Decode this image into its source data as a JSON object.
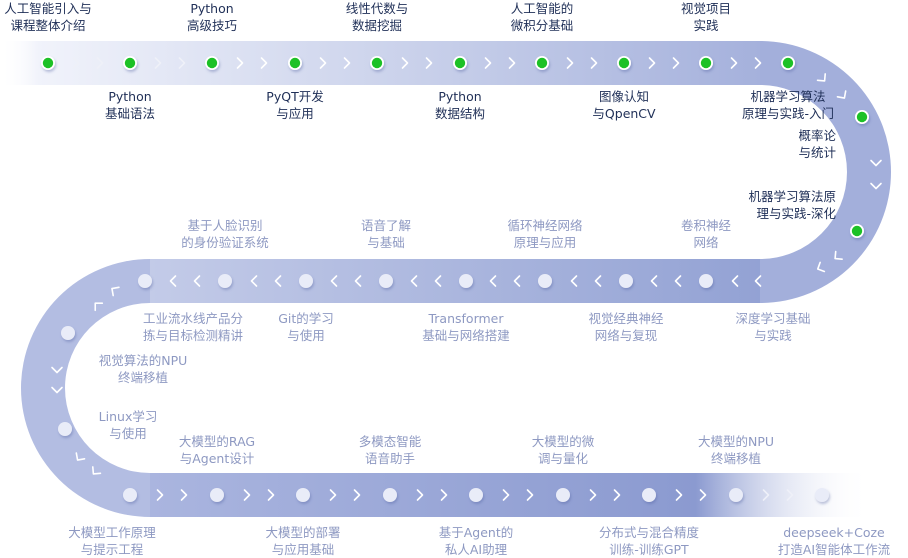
{
  "title": "AI 课程学习路线图",
  "colors": {
    "road_start": "#f3f5fc",
    "road_main": "#a9b4dc",
    "road_dark": "#8c9bd0",
    "completed_dot": "#1fc126",
    "pending_dot": "#e9ecf8",
    "completed_text": "#1f2f57",
    "pending_text": "#8e99c2"
  },
  "row1": [
    {
      "lines": [
        "人工智能引入与",
        "课程整体介绍"
      ],
      "status": "completed",
      "side": "above"
    },
    {
      "lines": [
        "Python",
        "基础语法"
      ],
      "status": "completed",
      "side": "below"
    },
    {
      "lines": [
        "Python",
        "高级技巧"
      ],
      "status": "completed",
      "side": "above"
    },
    {
      "lines": [
        "PyQT开发",
        "与应用"
      ],
      "status": "completed",
      "side": "below"
    },
    {
      "lines": [
        "线性代数与",
        "数据挖掘"
      ],
      "status": "completed",
      "side": "above"
    },
    {
      "lines": [
        "Python",
        "数据结构"
      ],
      "status": "completed",
      "side": "below"
    },
    {
      "lines": [
        "人工智能的",
        "微积分基础"
      ],
      "status": "completed",
      "side": "above"
    },
    {
      "lines": [
        "图像认知",
        "与QpenCV"
      ],
      "status": "completed",
      "side": "below"
    },
    {
      "lines": [
        "视觉项目",
        "实践"
      ],
      "status": "completed",
      "side": "above"
    },
    {
      "lines": [
        "机器学习算法",
        "原理与实践-入门"
      ],
      "status": "completed",
      "side": "below"
    }
  ],
  "arc_right": [
    {
      "lines": [
        "概率论",
        "与统计"
      ],
      "status": "completed"
    },
    {
      "lines": [
        "机器学习算法原",
        "理与实践-深化"
      ],
      "status": "completed"
    }
  ],
  "row2": [
    {
      "lines": [
        "卷积神经",
        "网络"
      ],
      "status": "pending",
      "side": "above"
    },
    {
      "lines": [
        "深度学习基础",
        "与实践"
      ],
      "status": "pending",
      "side": "below"
    },
    {
      "lines": [
        "视觉经典神经",
        "网络与复现"
      ],
      "status": "pending",
      "side": "below"
    },
    {
      "lines": [
        "循环神经网络",
        "原理与应用"
      ],
      "status": "pending",
      "side": "above"
    },
    {
      "lines": [
        "Transformer",
        "基础与网络搭建"
      ],
      "status": "pending",
      "side": "below"
    },
    {
      "lines": [
        "语音了解",
        "与基础"
      ],
      "status": "pending",
      "side": "above"
    },
    {
      "lines": [
        "Git的学习",
        "与使用"
      ],
      "status": "pending",
      "side": "below"
    },
    {
      "lines": [
        "基于人脸识别",
        "的身份验证系统"
      ],
      "status": "pending",
      "side": "above"
    },
    {
      "lines": [
        "工业流水线产品分",
        "拣与目标检测精讲"
      ],
      "status": "pending",
      "side": "below"
    }
  ],
  "arc_left": [
    {
      "lines": [
        "视觉算法的NPU",
        "终端移植"
      ],
      "status": "pending"
    },
    {
      "lines": [
        "Linux学习",
        "与使用"
      ],
      "status": "pending"
    }
  ],
  "row3": [
    {
      "lines": [
        "大模型工作原理",
        "与提示工程"
      ],
      "status": "pending",
      "side": "below"
    },
    {
      "lines": [
        "大模型的RAG",
        "与Agent设计"
      ],
      "status": "pending",
      "side": "above"
    },
    {
      "lines": [
        "大模型的部署",
        "与应用基础"
      ],
      "status": "pending",
      "side": "below"
    },
    {
      "lines": [
        "多模态智能",
        "语音助手"
      ],
      "status": "pending",
      "side": "above"
    },
    {
      "lines": [
        "基于Agent的",
        "私人AI助理"
      ],
      "status": "pending",
      "side": "below"
    },
    {
      "lines": [
        "大模型的微",
        "调与量化"
      ],
      "status": "pending",
      "side": "above"
    },
    {
      "lines": [
        "分布式与混合精度",
        "训练-训练GPT"
      ],
      "status": "pending",
      "side": "below"
    },
    {
      "lines": [
        "大模型的NPU",
        "终端移植"
      ],
      "status": "pending",
      "side": "above"
    },
    {
      "lines": [
        "deepseek+Coze",
        "打造AI智能体工作流"
      ],
      "status": "pending",
      "side": "below"
    }
  ]
}
